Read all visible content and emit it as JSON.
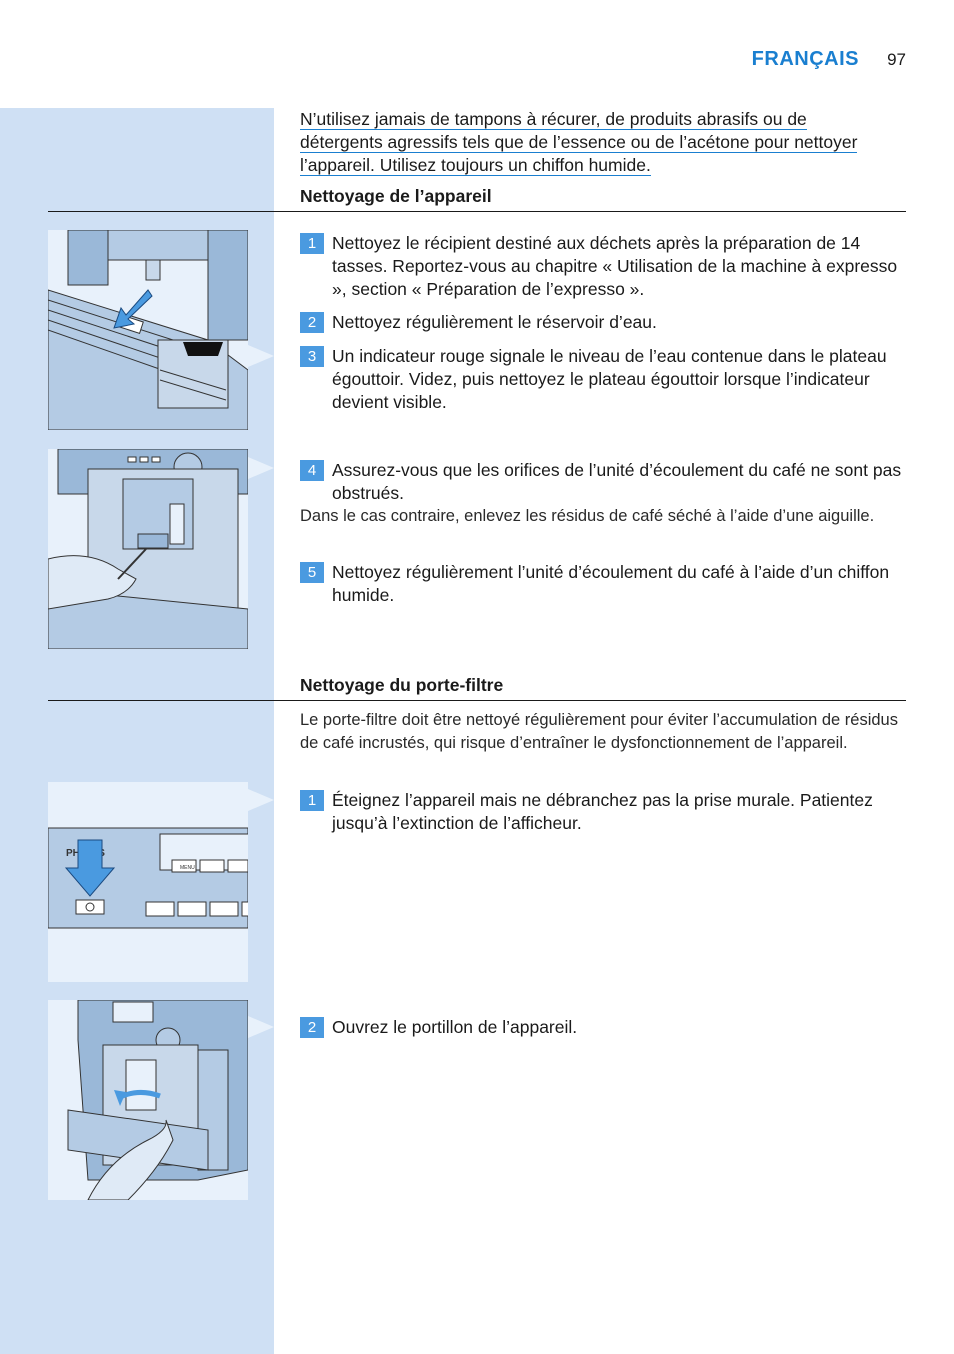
{
  "header": {
    "language": "FRANÇAIS",
    "page_number": "97"
  },
  "warning": {
    "line1": "N’utilisez jamais de tampons à récurer, de produits abrasifs ou de",
    "line2": "détergents agressifs tels que de l’essence ou de l’acétone pour nettoyer",
    "line3": "l’appareil. Utilisez toujours un chiffon humide."
  },
  "section1": {
    "title": "Nettoyage de l’appareil",
    "steps": [
      {
        "num": "1",
        "text": "Nettoyez le récipient destiné aux déchets après la préparation de 14 tasses. Reportez-vous au chapitre « Utilisation de la machine à expresso », section « Préparation de l’expresso »."
      },
      {
        "num": "2",
        "text": "Nettoyez régulièrement le réservoir d’eau."
      },
      {
        "num": "3",
        "text": "Un indicateur rouge signale le niveau de l’eau contenue dans le plateau égouttoir. Videz, puis nettoyez le plateau égouttoir lorsque l’indicateur devient visible."
      },
      {
        "num": "4",
        "text": "Assurez-vous que les orifices de l’unité d’écoulement du café ne sont pas obstrués."
      },
      {
        "num": "5",
        "text": "Nettoyez régulièrement l’unité d’écoulement du café à l’aide d’un chiffon humide."
      }
    ],
    "note4": "Dans le cas contraire, enlevez les résidus de café séché à l’aide d’une aiguille."
  },
  "section2": {
    "title": "Nettoyage du porte-filtre",
    "intro": "Le porte-filtre doit être nettoyé régulièrement pour éviter l’accumulation de résidus de café incrustés, qui risque d’entraîner le dysfonctionnement de l’appareil.",
    "steps": [
      {
        "num": "1",
        "text": "Éteignez l’appareil mais ne débranchez pas la prise murale. Patientez jusqu’à l’extinction de l’afficheur."
      },
      {
        "num": "2",
        "text": "Ouvrez le portillon de l’appareil."
      }
    ]
  },
  "illustrations": {
    "brand_text": "PHILIPS",
    "menu_button_label": "MENU",
    "colors": {
      "accent": "#4a9ae0",
      "sidebar": "#cfe0f4",
      "panel": "#e8f1fb",
      "machine": "#9ab8d8"
    }
  }
}
